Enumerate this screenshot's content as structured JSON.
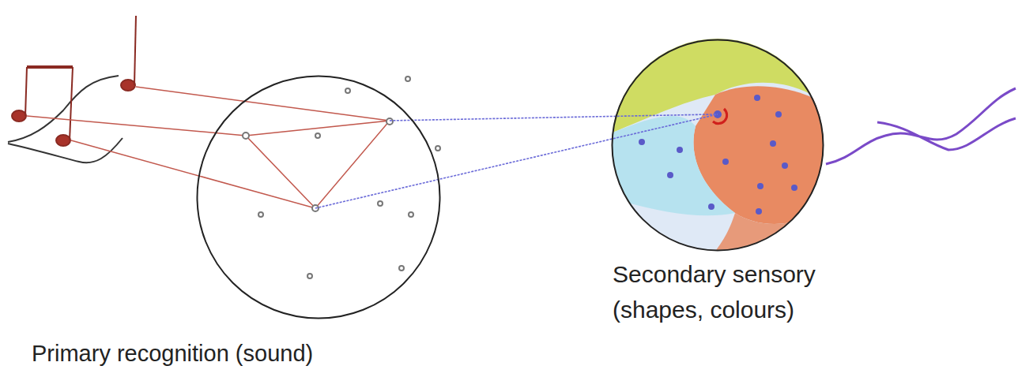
{
  "diagram": {
    "nodes": [
      {
        "text": [
          "Primary recognition (sound)"
        ]
      },
      {
        "text": [
          "Secondary sensory (shapes, colours)"
        ]
      }
    ],
    "edges": [
      {
        "from": 0,
        "to": 1,
        "arrow": "none"
      },
      {
        "from": 0,
        "to": 1,
        "arrow": "none"
      }
    ]
  }
}
